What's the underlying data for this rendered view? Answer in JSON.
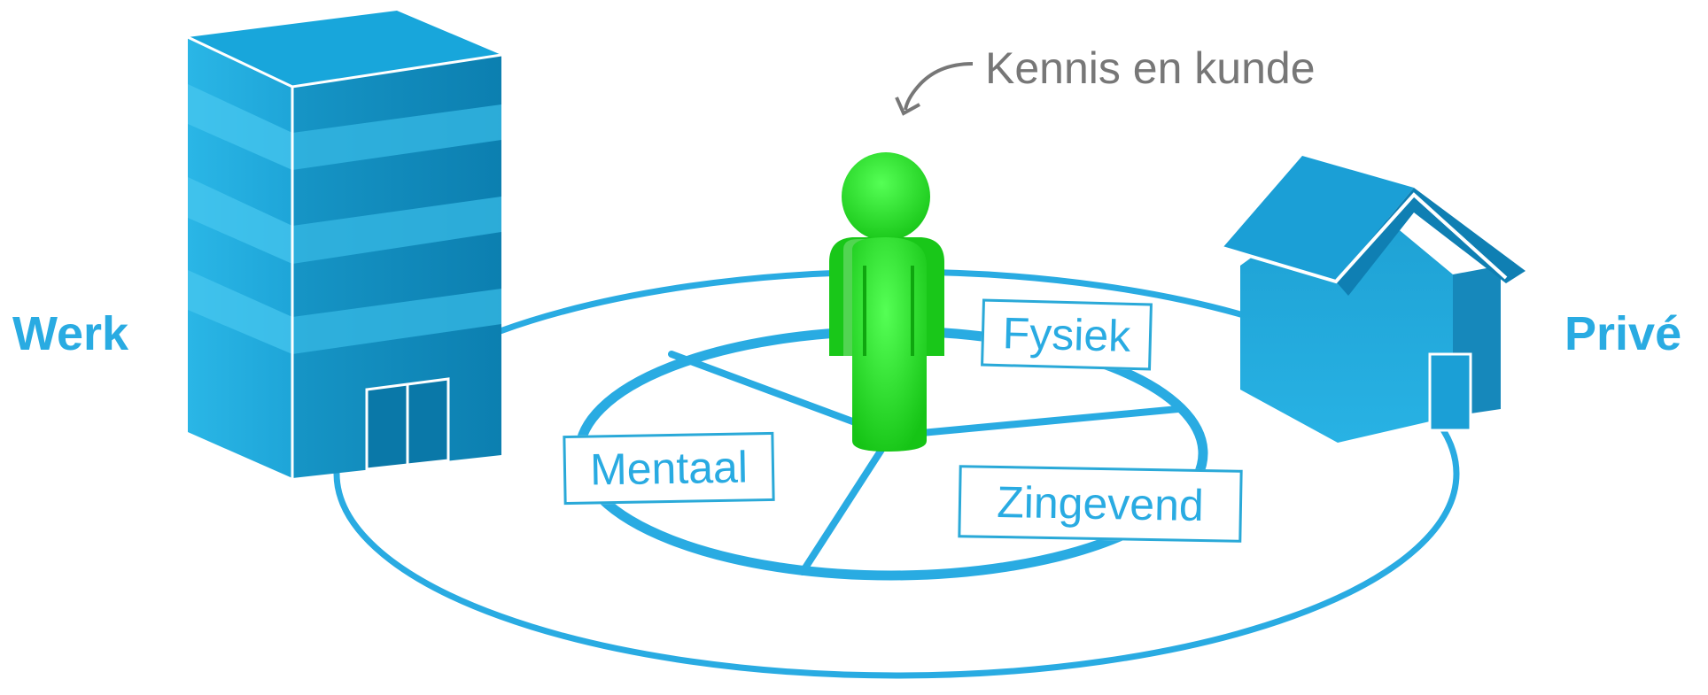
{
  "labels": {
    "left": "Werk",
    "right": "Privé",
    "note": "Kennis en kunde"
  },
  "segments": {
    "fysiek": "Fysiek",
    "mentaal": "Mentaal",
    "zingevend": "Zingevend"
  },
  "icons": {
    "building": "office-building-icon",
    "house": "house-icon",
    "person": "person-icon",
    "arrow": "curved-arrow-icon"
  },
  "colors": {
    "accent_blue": "#29abe2",
    "building_blue": "#1fa3d6",
    "person_green": "#22dd22",
    "note_gray": "#777777"
  }
}
